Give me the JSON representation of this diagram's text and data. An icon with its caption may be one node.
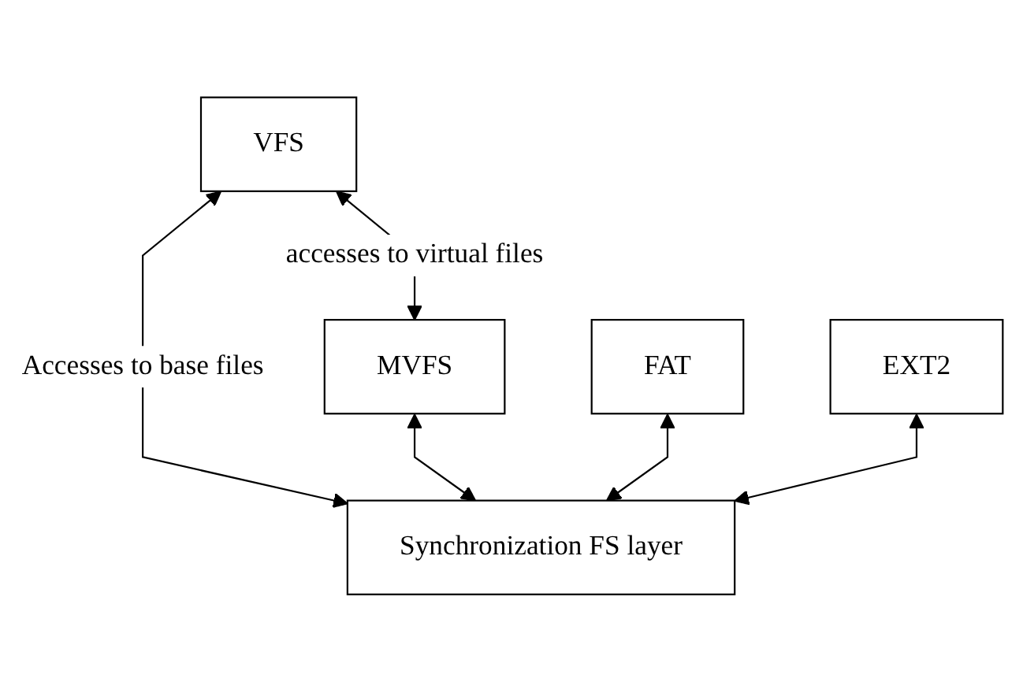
{
  "diagram": {
    "nodes": [
      {
        "text": [
          "VFS"
        ]
      },
      {
        "text": [
          "MVFS"
        ]
      },
      {
        "text": [
          "Synchronization FS layer"
        ]
      },
      {
        "text": [
          "FAT"
        ]
      },
      {
        "text": [
          "EXT2"
        ]
      }
    ],
    "edges": [
      {
        "from": 0,
        "to": 1,
        "arrow": "both",
        "label": "accesses to virtual files"
      },
      {
        "from": 0,
        "to": 2,
        "arrow": "both",
        "label": "Accesses to base files"
      },
      {
        "from": 1,
        "to": 2,
        "arrow": "both"
      },
      {
        "from": 3,
        "to": 2,
        "arrow": "both"
      },
      {
        "from": 4,
        "to": 2,
        "arrow": "both"
      }
    ]
  }
}
